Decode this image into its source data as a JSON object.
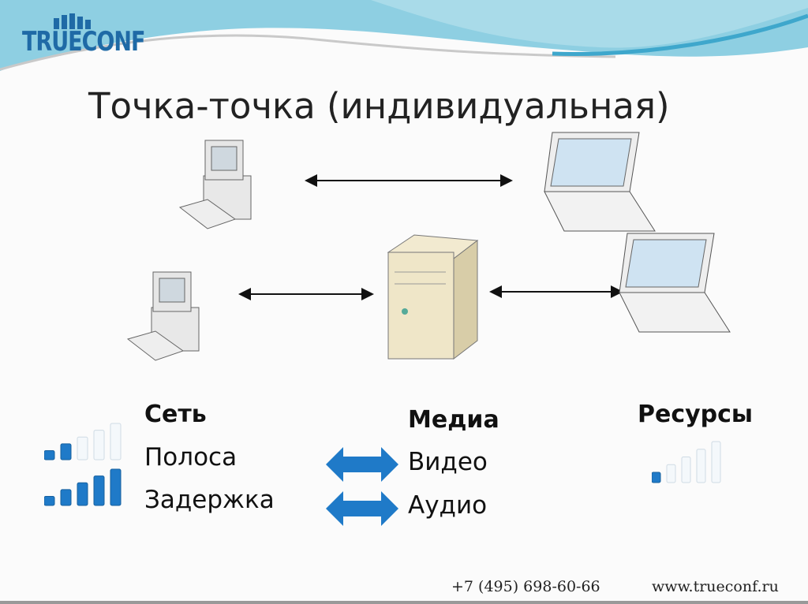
{
  "logo": {
    "text": "TRUECONF"
  },
  "title": "Точка-точка (индивидуальная)",
  "network": {
    "heading": "Сеть",
    "items": [
      "Полоса",
      "Задержка"
    ],
    "bandwidth_level": 2,
    "latency_level": 5,
    "max_level": 5
  },
  "media": {
    "heading": "Медиа",
    "items": [
      "Видео",
      "Аудио"
    ]
  },
  "resources": {
    "heading": "Ресурсы",
    "level": 1,
    "max_level": 5
  },
  "footer": {
    "phone": "+7 (495) 698-60-66",
    "website": "www.trueconf.ru"
  },
  "colors": {
    "accent": "#1f7ac8",
    "wave": "#7fc6dd"
  }
}
